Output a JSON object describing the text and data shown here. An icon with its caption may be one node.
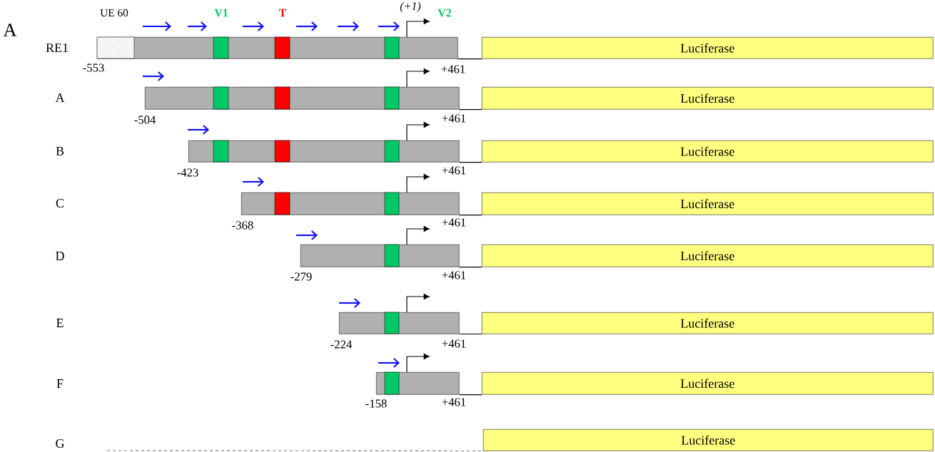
{
  "diagram": {
    "nodes": [
      {
        "text": [],
        "shape": "bar"
      },
      {
        "text": [
          "Luciferase"
        ]
      },
      {
        "text": [],
        "shape": "bar"
      },
      {
        "text": [
          "Luciferase"
        ]
      },
      {
        "text": [],
        "shape": "bar"
      },
      {
        "text": [
          "Luciferase"
        ]
      },
      {
        "text": [],
        "shape": "bar"
      },
      {
        "text": [
          "Luciferase"
        ]
      },
      {
        "text": [],
        "shape": "bar"
      },
      {
        "text": [
          "Luciferase"
        ]
      },
      {
        "text": [],
        "shape": "bar"
      },
      {
        "text": [
          "Luciferase"
        ]
      },
      {
        "text": [],
        "shape": "bar"
      },
      {
        "text": [
          "Luciferase"
        ]
      },
      {
        "text": [
          "Luciferase"
        ]
      }
    ],
    "edges": [
      {
        "from": 0,
        "to": 1,
        "arrow": "none"
      },
      {
        "from": 2,
        "to": 3,
        "arrow": "none"
      },
      {
        "from": 4,
        "to": 5,
        "arrow": "none"
      },
      {
        "from": 6,
        "to": 7,
        "arrow": "none"
      },
      {
        "from": 8,
        "to": 9,
        "arrow": "none"
      },
      {
        "from": 10,
        "to": 11,
        "arrow": "none"
      },
      {
        "from": 12,
        "to": 13,
        "arrow": "none"
      },
      {
        "from": null,
        "to": 14,
        "arrow": "none",
        "style": "dashed",
        "color": "#808080"
      }
    ],
    "labels": [
      "A",
      "UE 60",
      "V1",
      "T",
      "(+1)",
      "V2",
      "RE1",
      "-553",
      "+461",
      "A",
      "-504",
      "+461",
      "B",
      "-423",
      "+461",
      "C",
      "-368",
      "+461",
      "D",
      "-279",
      "+461",
      "E",
      "-224",
      "+461",
      "F",
      "-158",
      "+461",
      "G"
    ]
  }
}
